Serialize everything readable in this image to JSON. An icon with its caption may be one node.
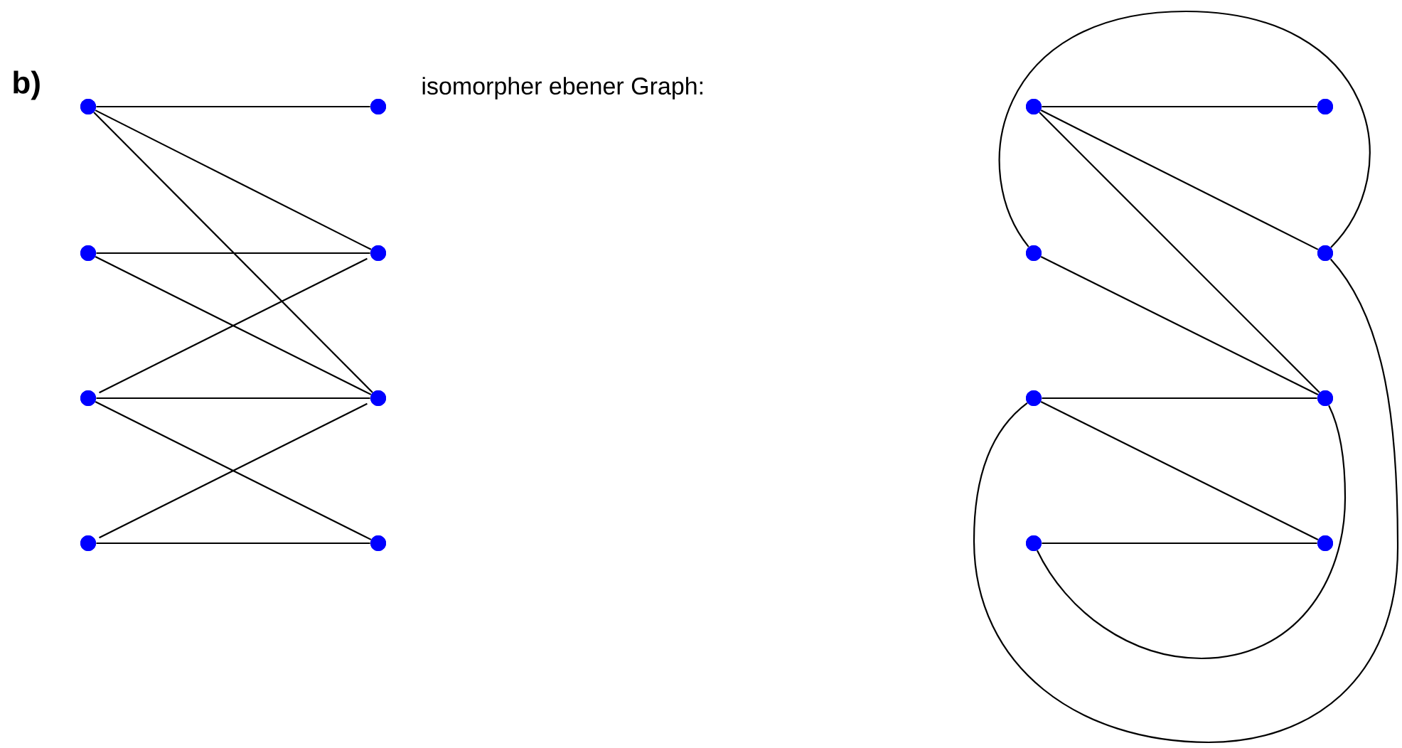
{
  "diagram": {
    "nodes": [
      {
        "text": [],
        "shape": "circle"
      },
      {
        "text": [],
        "shape": "circle"
      },
      {
        "text": [],
        "shape": "circle"
      },
      {
        "text": [],
        "shape": "circle"
      },
      {
        "text": [],
        "shape": "circle"
      },
      {
        "text": [],
        "shape": "circle"
      },
      {
        "text": [],
        "shape": "circle"
      },
      {
        "text": [],
        "shape": "circle"
      },
      {
        "text": [],
        "shape": "circle"
      },
      {
        "text": [],
        "shape": "circle"
      },
      {
        "text": [],
        "shape": "circle"
      },
      {
        "text": [],
        "shape": "circle"
      },
      {
        "text": [],
        "shape": "circle"
      },
      {
        "text": [],
        "shape": "circle"
      },
      {
        "text": [],
        "shape": "circle"
      },
      {
        "text": [],
        "shape": "circle"
      }
    ],
    "edges": [
      {
        "from": 0,
        "to": 4,
        "arrow": "none"
      },
      {
        "from": 0,
        "to": 5,
        "arrow": "none"
      },
      {
        "from": 0,
        "to": 6,
        "arrow": "none"
      },
      {
        "from": 1,
        "to": 5,
        "arrow": "none"
      },
      {
        "from": 1,
        "to": 6,
        "arrow": "none"
      },
      {
        "from": 2,
        "to": 5,
        "arrow": "none"
      },
      {
        "from": 2,
        "to": 6,
        "arrow": "none"
      },
      {
        "from": 2,
        "to": 7,
        "arrow": "none"
      },
      {
        "from": 3,
        "to": 6,
        "arrow": "none"
      },
      {
        "from": 3,
        "to": 7,
        "arrow": "none"
      },
      {
        "from": 8,
        "to": 12,
        "arrow": "none"
      },
      {
        "from": 8,
        "to": 13,
        "arrow": "none"
      },
      {
        "from": 8,
        "to": 14,
        "arrow": "none"
      },
      {
        "from": 9,
        "to": 14,
        "arrow": "none"
      },
      {
        "from": 10,
        "to": 14,
        "arrow": "none"
      },
      {
        "from": 10,
        "to": 15,
        "arrow": "none"
      },
      {
        "from": 11,
        "to": 15,
        "arrow": "none"
      },
      {
        "from": 9,
        "to": 13,
        "arrow": "none"
      },
      {
        "from": 13,
        "to": 10,
        "arrow": "none"
      },
      {
        "from": 11,
        "to": 14,
        "arrow": "none"
      }
    ],
    "labels": [
      "**b)**",
      "isomorpher ebener Graph:"
    ]
  }
}
